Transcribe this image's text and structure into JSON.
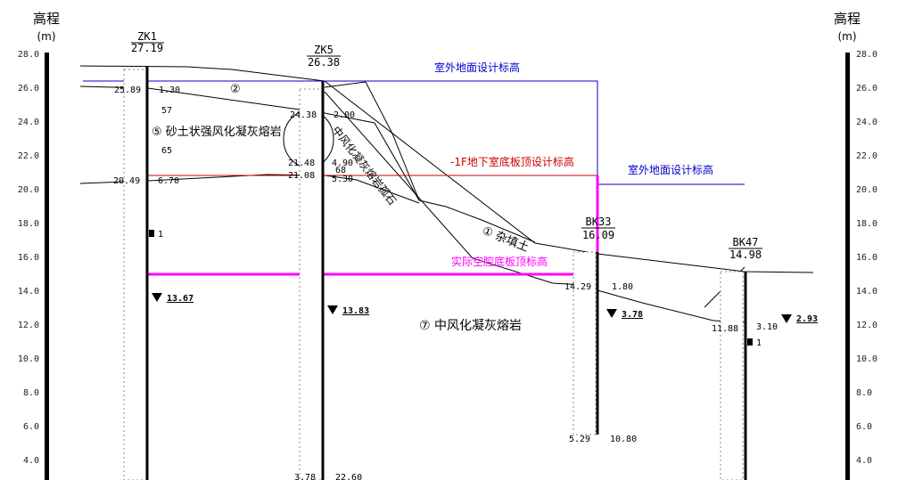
{
  "axis": {
    "title": "高程",
    "unit": "(m)",
    "ticks": [
      "28.0",
      "26.0",
      "24.0",
      "22.0",
      "20.0",
      "18.0",
      "16.0",
      "14.0",
      "12.0",
      "10.0",
      "8.0",
      "6.0",
      "4.0"
    ]
  },
  "boreholes": {
    "zk1": {
      "id": "ZK1",
      "elev": "27.19",
      "top_depth_elev": "25.89",
      "top_depth": "1.30",
      "layer5_elev": "20.49",
      "layer5_depth": "6.70",
      "n1": "57",
      "n2": "65",
      "sample": "1",
      "water": "13.67"
    },
    "zk5": {
      "id": "ZK5",
      "elev": "26.38",
      "d1_elev": "24.38",
      "d1": "2.00",
      "d2_elev": "21.48",
      "d2": "4.90",
      "d3_elev": "21.08",
      "d3": "5.30",
      "n1": "68",
      "water": "13.83",
      "bottom_elev": "3.78",
      "bottom_depth": "22.60"
    },
    "bk33": {
      "id": "BK33",
      "elev": "16.09",
      "d1_elev": "14.29",
      "d1": "1.80",
      "water": "3.78",
      "bottom_elev": "5.29",
      "bottom_depth": "10.80"
    },
    "bk47": {
      "id": "BK47",
      "elev": "14.98",
      "d1_elev": "11.88",
      "d1": "3.10",
      "water": "2.93",
      "sample": "1"
    }
  },
  "layers": {
    "l2_marker": "②",
    "l5_label": "⑤ 砂土状强风化凝灰熔岩",
    "l7_label": "⑦ 中风化凝灰熔岩",
    "l1_label": "① 杂填土",
    "boulder_label": "中风化凝灰熔岩孤石"
  },
  "design_lines": {
    "outdoor_grade_1": "室外地面设计标高",
    "outdoor_grade_2": "室外地面设计标高",
    "basement_slab_top": "-1F地下室底板顶设计标高",
    "cavity_bottom": "实际空腔底板顶标高"
  },
  "colors": {
    "outdoor_grade": "#0000cc",
    "basement_slab": "#cc0000",
    "cavity": "#ff00ff"
  }
}
